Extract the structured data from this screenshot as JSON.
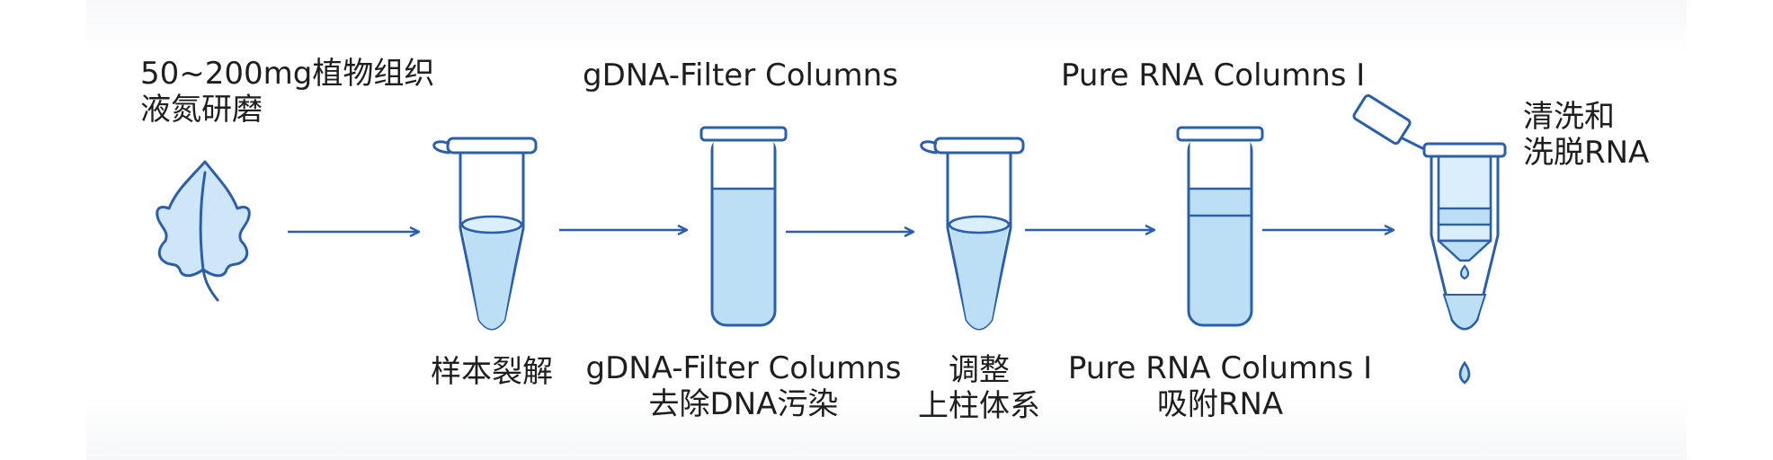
{
  "diagram": {
    "colors": {
      "stroke": "#2a5fae",
      "liquid": "#bcdff6",
      "leaf_fill": "#cfe6f8",
      "text": "#1e1e1e"
    },
    "top_labels": {
      "tissue_line1": "50~200mg植物组织",
      "tissue_line2": "液氮研磨",
      "gdna_filter": "gDNA-Filter Columns",
      "pure_rna": "Pure RNA Columns Ⅰ",
      "wash_line1": "清洗和",
      "wash_line2": "洗脱RNA"
    },
    "steps": [
      {
        "id": "lysis",
        "line1": "样本裂解"
      },
      {
        "id": "gdna",
        "line1": "gDNA-Filter Columns",
        "line2": "去除DNA污染"
      },
      {
        "id": "adjust",
        "line1": "调整",
        "line2": "上柱体系"
      },
      {
        "id": "adsorb",
        "line1": "Pure RNA Columns Ⅰ",
        "line2": "吸附RNA"
      }
    ],
    "icons": [
      "leaf-icon",
      "tube-icon",
      "column-icon",
      "tube-icon",
      "column-icon",
      "elution-tube-icon"
    ]
  }
}
